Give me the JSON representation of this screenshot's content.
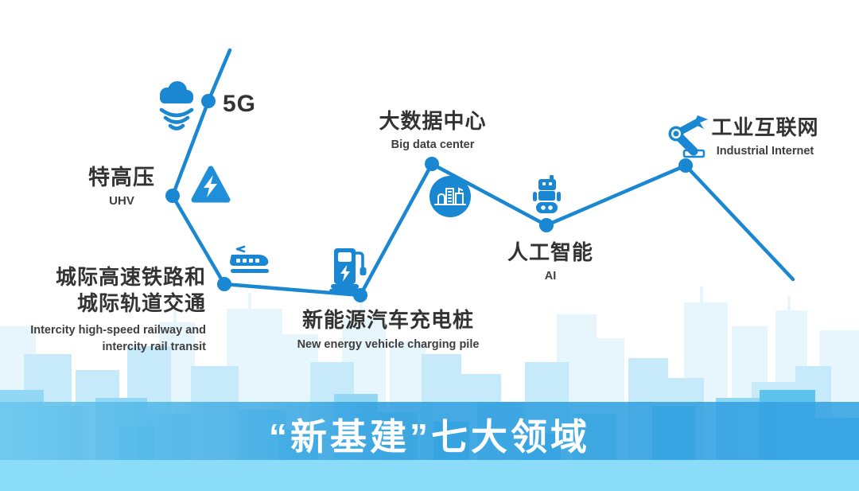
{
  "banner": {
    "title": "“新基建”七大领域"
  },
  "items": [
    {
      "id": "5g",
      "label_zh": "5G",
      "icon": "cloud-wifi-icon"
    },
    {
      "id": "uhv",
      "label_zh": "特高压",
      "label_en": "UHV",
      "icon": "lightning-triangle-icon"
    },
    {
      "id": "intercity-rail",
      "label_zh_line1": "城际高速铁路和",
      "label_zh_line2": "城际轨道交通",
      "label_en_line1": "Intercity high-speed railway and",
      "label_en_line2": "intercity rail transit",
      "icon": "train-icon"
    },
    {
      "id": "charging-pile",
      "label_zh": "新能源汽车充电桩",
      "label_en": "New energy vehicle charging pile",
      "icon": "ev-charging-pile-icon"
    },
    {
      "id": "big-data-center",
      "label_zh": "大数据中心",
      "label_en": "Big data center",
      "icon": "data-center-buildings-icon"
    },
    {
      "id": "ai",
      "label_zh": "人工智能",
      "label_en": "AI",
      "icon": "robot-icon"
    },
    {
      "id": "industrial-internet",
      "label_zh": "工业互联网",
      "label_en": "Industrial Internet",
      "icon": "robotic-arm-icon"
    }
  ],
  "colors": {
    "primary_blue": "#1a87d2",
    "label_text_zh": "#333333",
    "label_text_en": "#3e3e3e",
    "banner_text": "#ffffff",
    "banner_blue": "#2f9fdf",
    "skyline_back": "#e7f5fd",
    "skyline_mid": "#c7eafa",
    "skyline_front": "#92d7f4",
    "skyline_front_dark": "#5ec2ee",
    "bottom_strip": "#8adcf8"
  }
}
